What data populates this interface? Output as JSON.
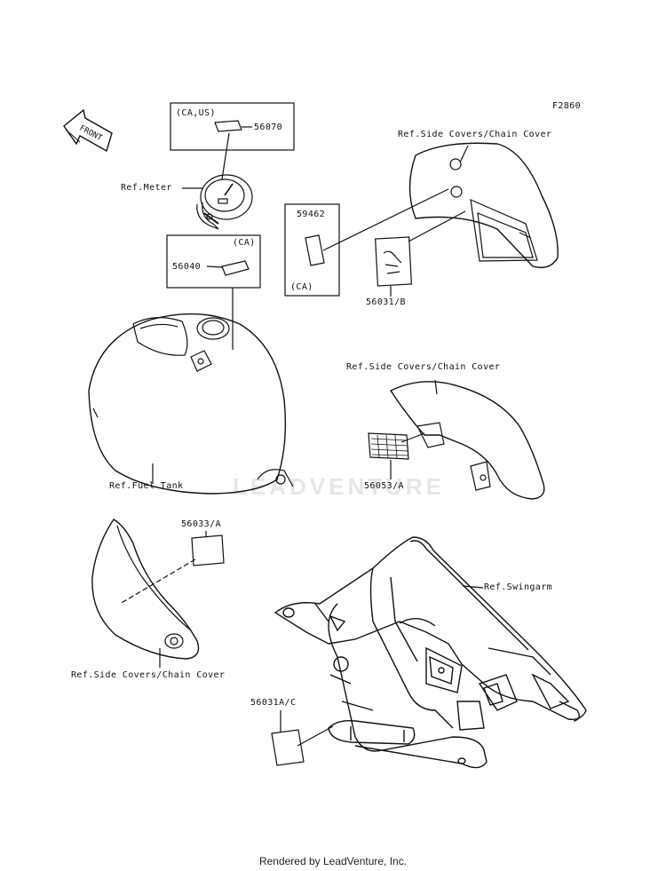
{
  "figure_code": "F2860",
  "front_label": "FRONT",
  "callouts": {
    "ca_us": "(CA,US)",
    "p56070": "56070",
    "ref_meter": "Ref.Meter",
    "ca_1": "(CA)",
    "p56040": "56040",
    "p59462": "59462",
    "ca_2": "(CA)",
    "ref_side_covers_1": "Ref.Side Covers/Chain Cover",
    "p56031b": "56031/B",
    "ref_side_covers_2": "Ref.Side Covers/Chain Cover",
    "p56053a": "56053/A",
    "ref_fuel_tank": "Ref.Fuel Tank",
    "p56033a": "56033/A",
    "ref_side_covers_3": "Ref.Side Covers/Chain Cover",
    "ref_swingarm": "Ref.Swingarm",
    "p56031ac": "56031A/C"
  },
  "watermark": "LEADVENTURE",
  "footer": "Rendered by LeadVenture, Inc."
}
